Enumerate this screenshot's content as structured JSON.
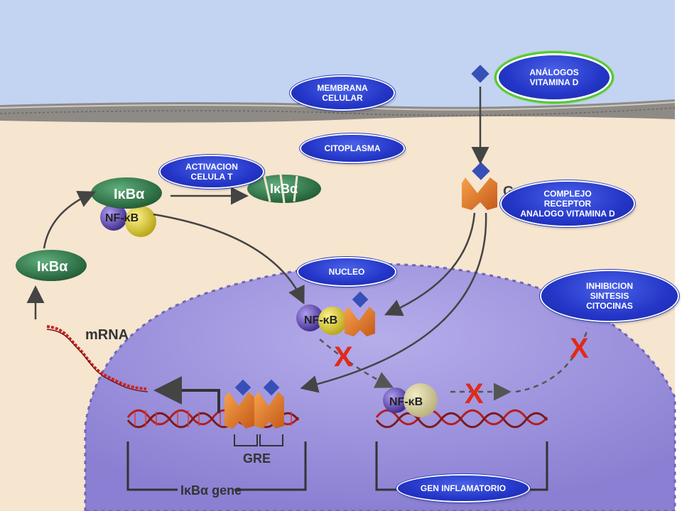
{
  "labels": {
    "analogos": "ANÁLOGOS\nVITAMINA D",
    "membrana": "MEMBRANA\nCELULAR",
    "citoplasma": "CITOPLASMA",
    "activacion": "ACTIVACION\nCELULA T",
    "complejo": "COMPLEJO\nRECEPTOR\nANALOGO VITAMINA D",
    "nucleo": "NUCLEO",
    "inhibicion": "INHIBICION\nSINTESIS\nCITOCINAS",
    "gen_inflamatorio": "GEN INFLAMATORIO"
  },
  "molecules": {
    "ikba": "IκBα",
    "nfkb": "NF-κB",
    "mrna": "mRNA",
    "gre": "GRE",
    "ikba_gene": "IκBα gene",
    "receptor_side": "G"
  },
  "colors": {
    "sky": "#c3d3f2",
    "cytoplasm": "#f6e5cf",
    "nucleus": "#9d93dc",
    "pill": "#2436c8",
    "ikba": "#2e7a4a",
    "receptor": "#e07a28",
    "ligand": "#3650b8",
    "inhibition_x": "#e02a1a"
  }
}
